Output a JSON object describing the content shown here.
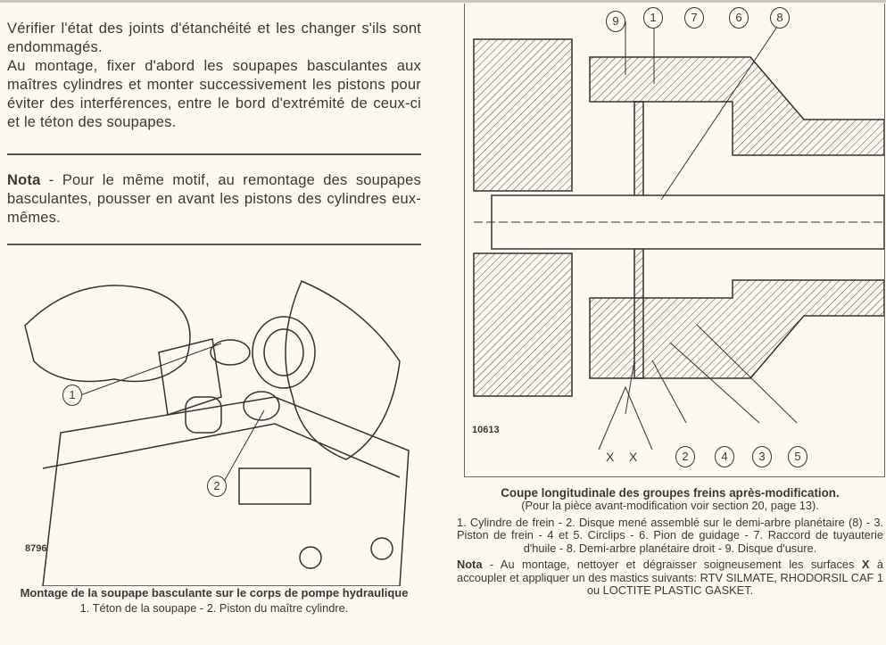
{
  "left": {
    "paragraph1": "Vérifier l'état des joints d'étanchéité et les changer s'ils sont endommagés.",
    "paragraph2": "Au montage, fixer d'abord les soupapes basculantes aux maîtres cylindres et monter successivement les pistons pour éviter des interférences, entre le bord d'extrémité de ceux-ci et le téton des soupapes.",
    "nota_label": "Nota",
    "nota_text": " - Pour le même motif, au remontage des soupapes basculantes, pousser en avant les pistons des cylindres eux-mêmes.",
    "figure": {
      "number": "8796",
      "callouts": [
        "1",
        "2"
      ],
      "caption_title": "Montage de la soupape basculante sur le corps de pompe hydraulique",
      "caption_legend": "1. Téton de la soupape - 2. Piston du maître cylindre."
    }
  },
  "right": {
    "figure": {
      "number": "10613",
      "top_callouts": [
        "9",
        "1",
        "7",
        "6",
        "8"
      ],
      "bottom_callouts": [
        "2",
        "4",
        "3",
        "5"
      ],
      "x_marks": [
        "X",
        "X"
      ]
    },
    "caption_title": "Coupe longitudinale des groupes freins après-modification.",
    "caption_subtitle": "(Pour la pièce avant-modification voir section 20, page 13).",
    "legend": "1. Cylindre de frein - 2. Disque mené assemblé sur le demi-arbre planétaire (8) - 3. Piston de frein - 4 et 5. Circlips - 6. Pion de guidage - 7. Raccord de tuyauterie d'huile - 8. Demi-arbre planétaire droit - 9. Disque d'usure.",
    "nota_label": "Nota",
    "nota_text_1": " - Au montage, nettoyer et dégraisser soigneusement les surfaces ",
    "nota_x": "X",
    "nota_text_2": " à accoupler et appliquer un des mastics suivants: RTV SILMATE, RHODORSIL CAF 1 ou LOCTITE PLASTIC GASKET."
  }
}
